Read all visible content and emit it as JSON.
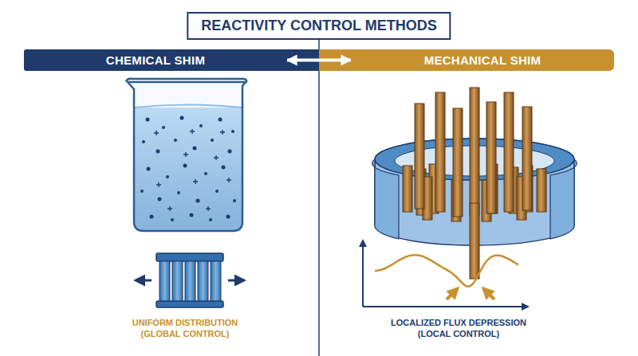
{
  "diagram": {
    "title": "REACTIVITY CONTROL METHODS",
    "nodes": [
      {
        "text": [
          "CHEMICAL SHIM"
        ]
      },
      {
        "text": [
          "MECHANICAL SHIM"
        ]
      }
    ],
    "edges": [
      {
        "from": 0,
        "to": 1,
        "arrow": "both"
      }
    ],
    "labels": [
      "UNIFORM DISTRIBUTION (GLOBAL CONTROL)",
      "LOCALIZED FLUX DEPRESSION (LOCAL CONTROL)"
    ]
  }
}
